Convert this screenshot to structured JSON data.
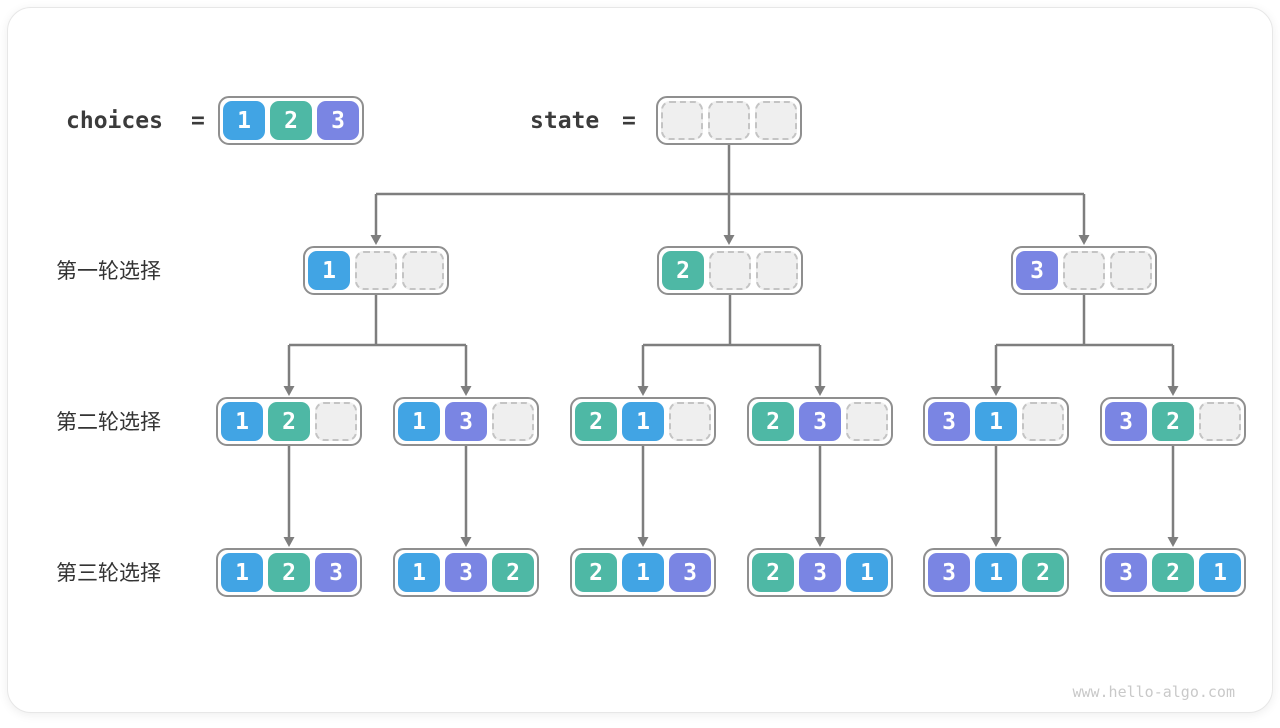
{
  "palette": {
    "1": "#41a4e4",
    "2": "#4eb8a5",
    "3": "#7a85e3",
    "empty_fill": "#efefef",
    "empty_border": "#c4c4c4",
    "container_border": "#8f8f8f",
    "arrow": "#7e7e7e",
    "text_dark": "#3b3b3b"
  },
  "header": {
    "choices_label": "choices",
    "equals": "=",
    "choices_cells": [
      1,
      2,
      3
    ],
    "state_label": "state",
    "state_cells": [
      null,
      null,
      null
    ]
  },
  "rows": [
    {
      "label": "第一轮选择",
      "nodes": [
        [
          1,
          null,
          null
        ],
        [
          2,
          null,
          null
        ],
        [
          3,
          null,
          null
        ]
      ]
    },
    {
      "label": "第二轮选择",
      "nodes": [
        [
          1,
          2,
          null
        ],
        [
          1,
          3,
          null
        ],
        [
          2,
          1,
          null
        ],
        [
          2,
          3,
          null
        ],
        [
          3,
          1,
          null
        ],
        [
          3,
          2,
          null
        ]
      ]
    },
    {
      "label": "第三轮选择",
      "nodes": [
        [
          1,
          2,
          3
        ],
        [
          1,
          3,
          2
        ],
        [
          2,
          1,
          3
        ],
        [
          2,
          3,
          1
        ],
        [
          3,
          1,
          2
        ],
        [
          3,
          2,
          1
        ]
      ]
    }
  ],
  "watermark": "www.hello-algo.com"
}
